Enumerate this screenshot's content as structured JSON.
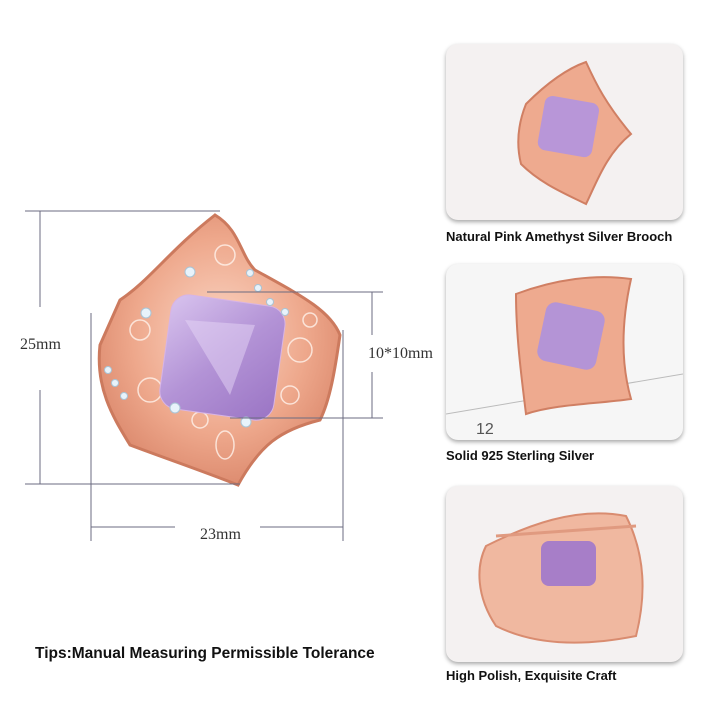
{
  "dimensions": {
    "height": "25mm",
    "width": "23mm",
    "stone": "10*10mm"
  },
  "tips": "Tips:Manual Measuring Permissible Tolerance",
  "panels": [
    {
      "caption": "Natural Pink Amethyst Silver Brooch"
    },
    {
      "caption": "Solid 925 Sterling Silver"
    },
    {
      "caption": "High Polish, Exquisite Craft"
    }
  ],
  "colors": {
    "rose_gold": "#e9a58a",
    "amethyst": "#b99ad8",
    "dimension_line": "#6b6b80"
  }
}
